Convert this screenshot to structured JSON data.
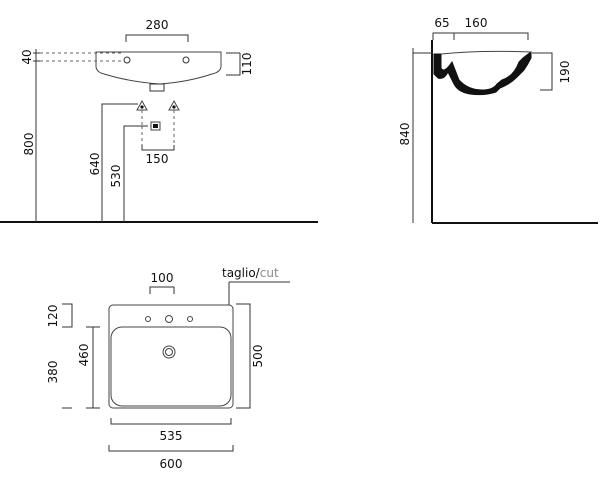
{
  "front_view": {
    "width_280": "280",
    "height_40": "40",
    "height_110": "110",
    "height_800": "800",
    "height_640": "640",
    "height_530": "530",
    "spacing_150": "150"
  },
  "side_view": {
    "depth_65": "65",
    "depth_160": "160",
    "height_190": "190",
    "height_840": "840"
  },
  "top_view": {
    "cut_label_main": "taglio/",
    "cut_label_alt": "cut",
    "width_100": "100",
    "depth_120": "120",
    "depth_380": "380",
    "depth_460": "460",
    "depth_500": "500",
    "width_535": "535",
    "width_600": "600"
  }
}
